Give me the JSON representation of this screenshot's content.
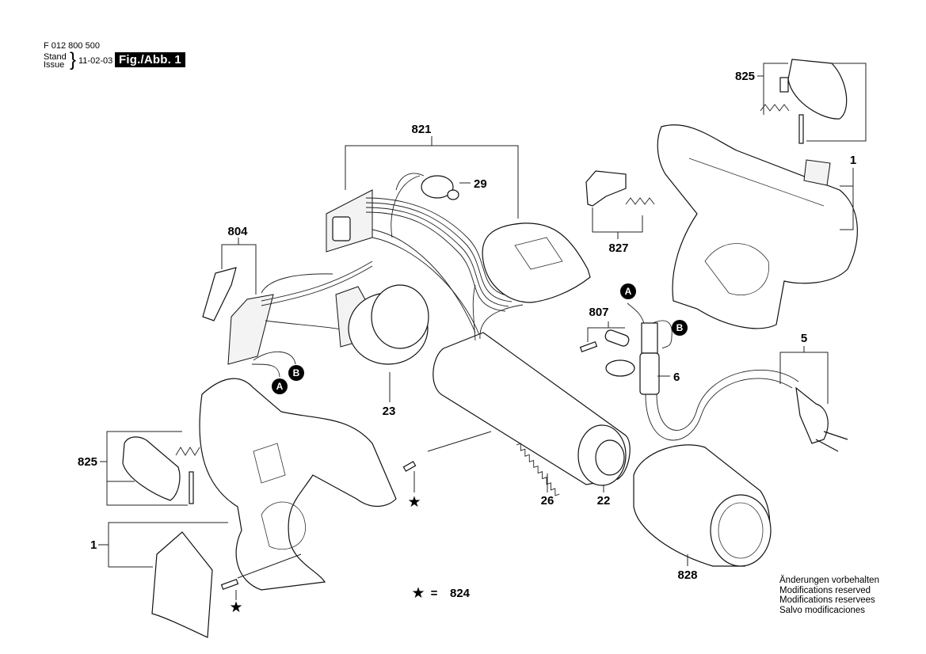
{
  "header": {
    "document_number": "F 012 800 500",
    "stand_label": "Stand",
    "issue_label": "Issue",
    "issue_date": "11-02-03",
    "figure_label": "Fig./Abb. 1"
  },
  "notice": {
    "lines": [
      "Änderungen vorbehalten",
      "Modifications reserved",
      "Modifications reservees",
      "Salvo modificaciones"
    ]
  },
  "legend": {
    "star_symbol": "★",
    "equals": "=",
    "star_part_number": "824"
  },
  "part_labels": {
    "p821": "821",
    "p29": "29",
    "p804": "804",
    "p23": "23",
    "p825_top": "825",
    "p825_left": "825",
    "p1_right": "1",
    "p1_left": "1",
    "p827": "827",
    "p807": "807",
    "p6": "6",
    "p5": "5",
    "p26": "26",
    "p22": "22",
    "p828": "828"
  },
  "connectors": {
    "a": "A",
    "b": "B"
  }
}
